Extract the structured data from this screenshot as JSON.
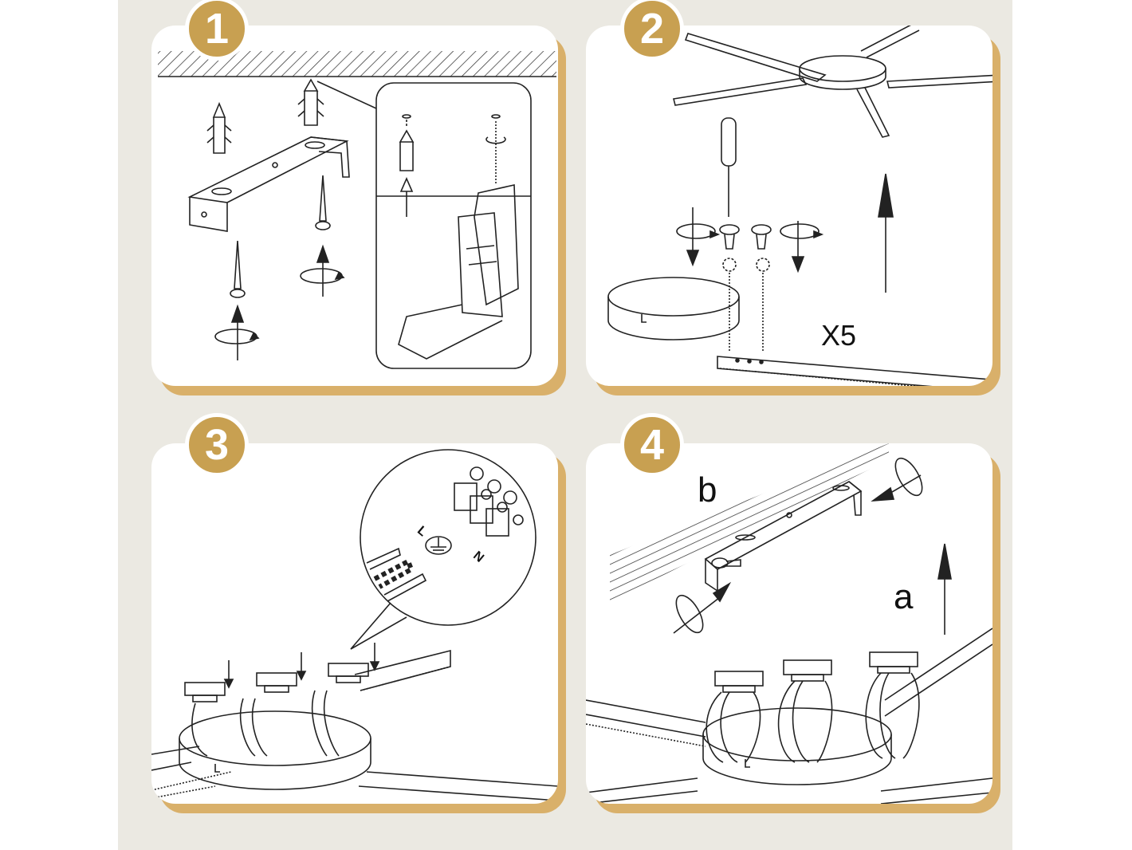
{
  "steps": [
    {
      "number": "1"
    },
    {
      "number": "2",
      "label_count": "X5"
    },
    {
      "number": "3",
      "label_l": "L",
      "label_n": "N"
    },
    {
      "number": "4",
      "label_b": "b",
      "label_a": "a"
    }
  ],
  "colors": {
    "accent": "#c8a051",
    "shadow": "#d9b06a",
    "background": "#ebe9e2",
    "line": "#222222"
  }
}
